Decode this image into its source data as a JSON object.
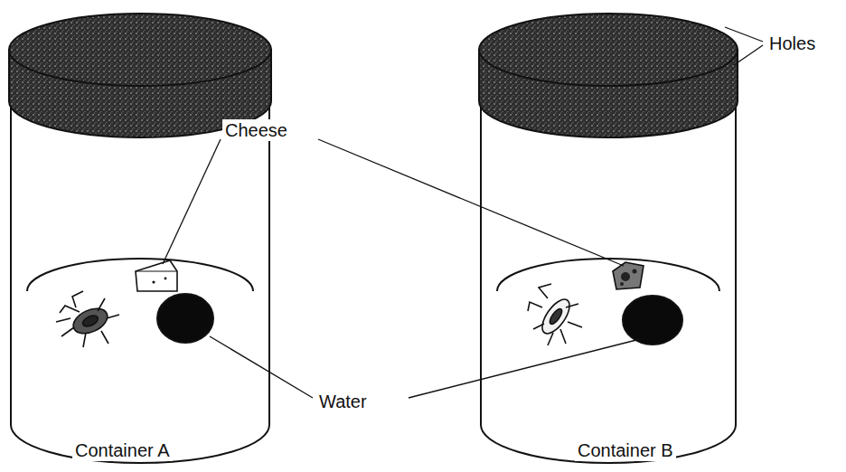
{
  "diagram": {
    "labels": [
      "Holes",
      "Cheese",
      "Water",
      "Container A",
      "Container B"
    ]
  }
}
